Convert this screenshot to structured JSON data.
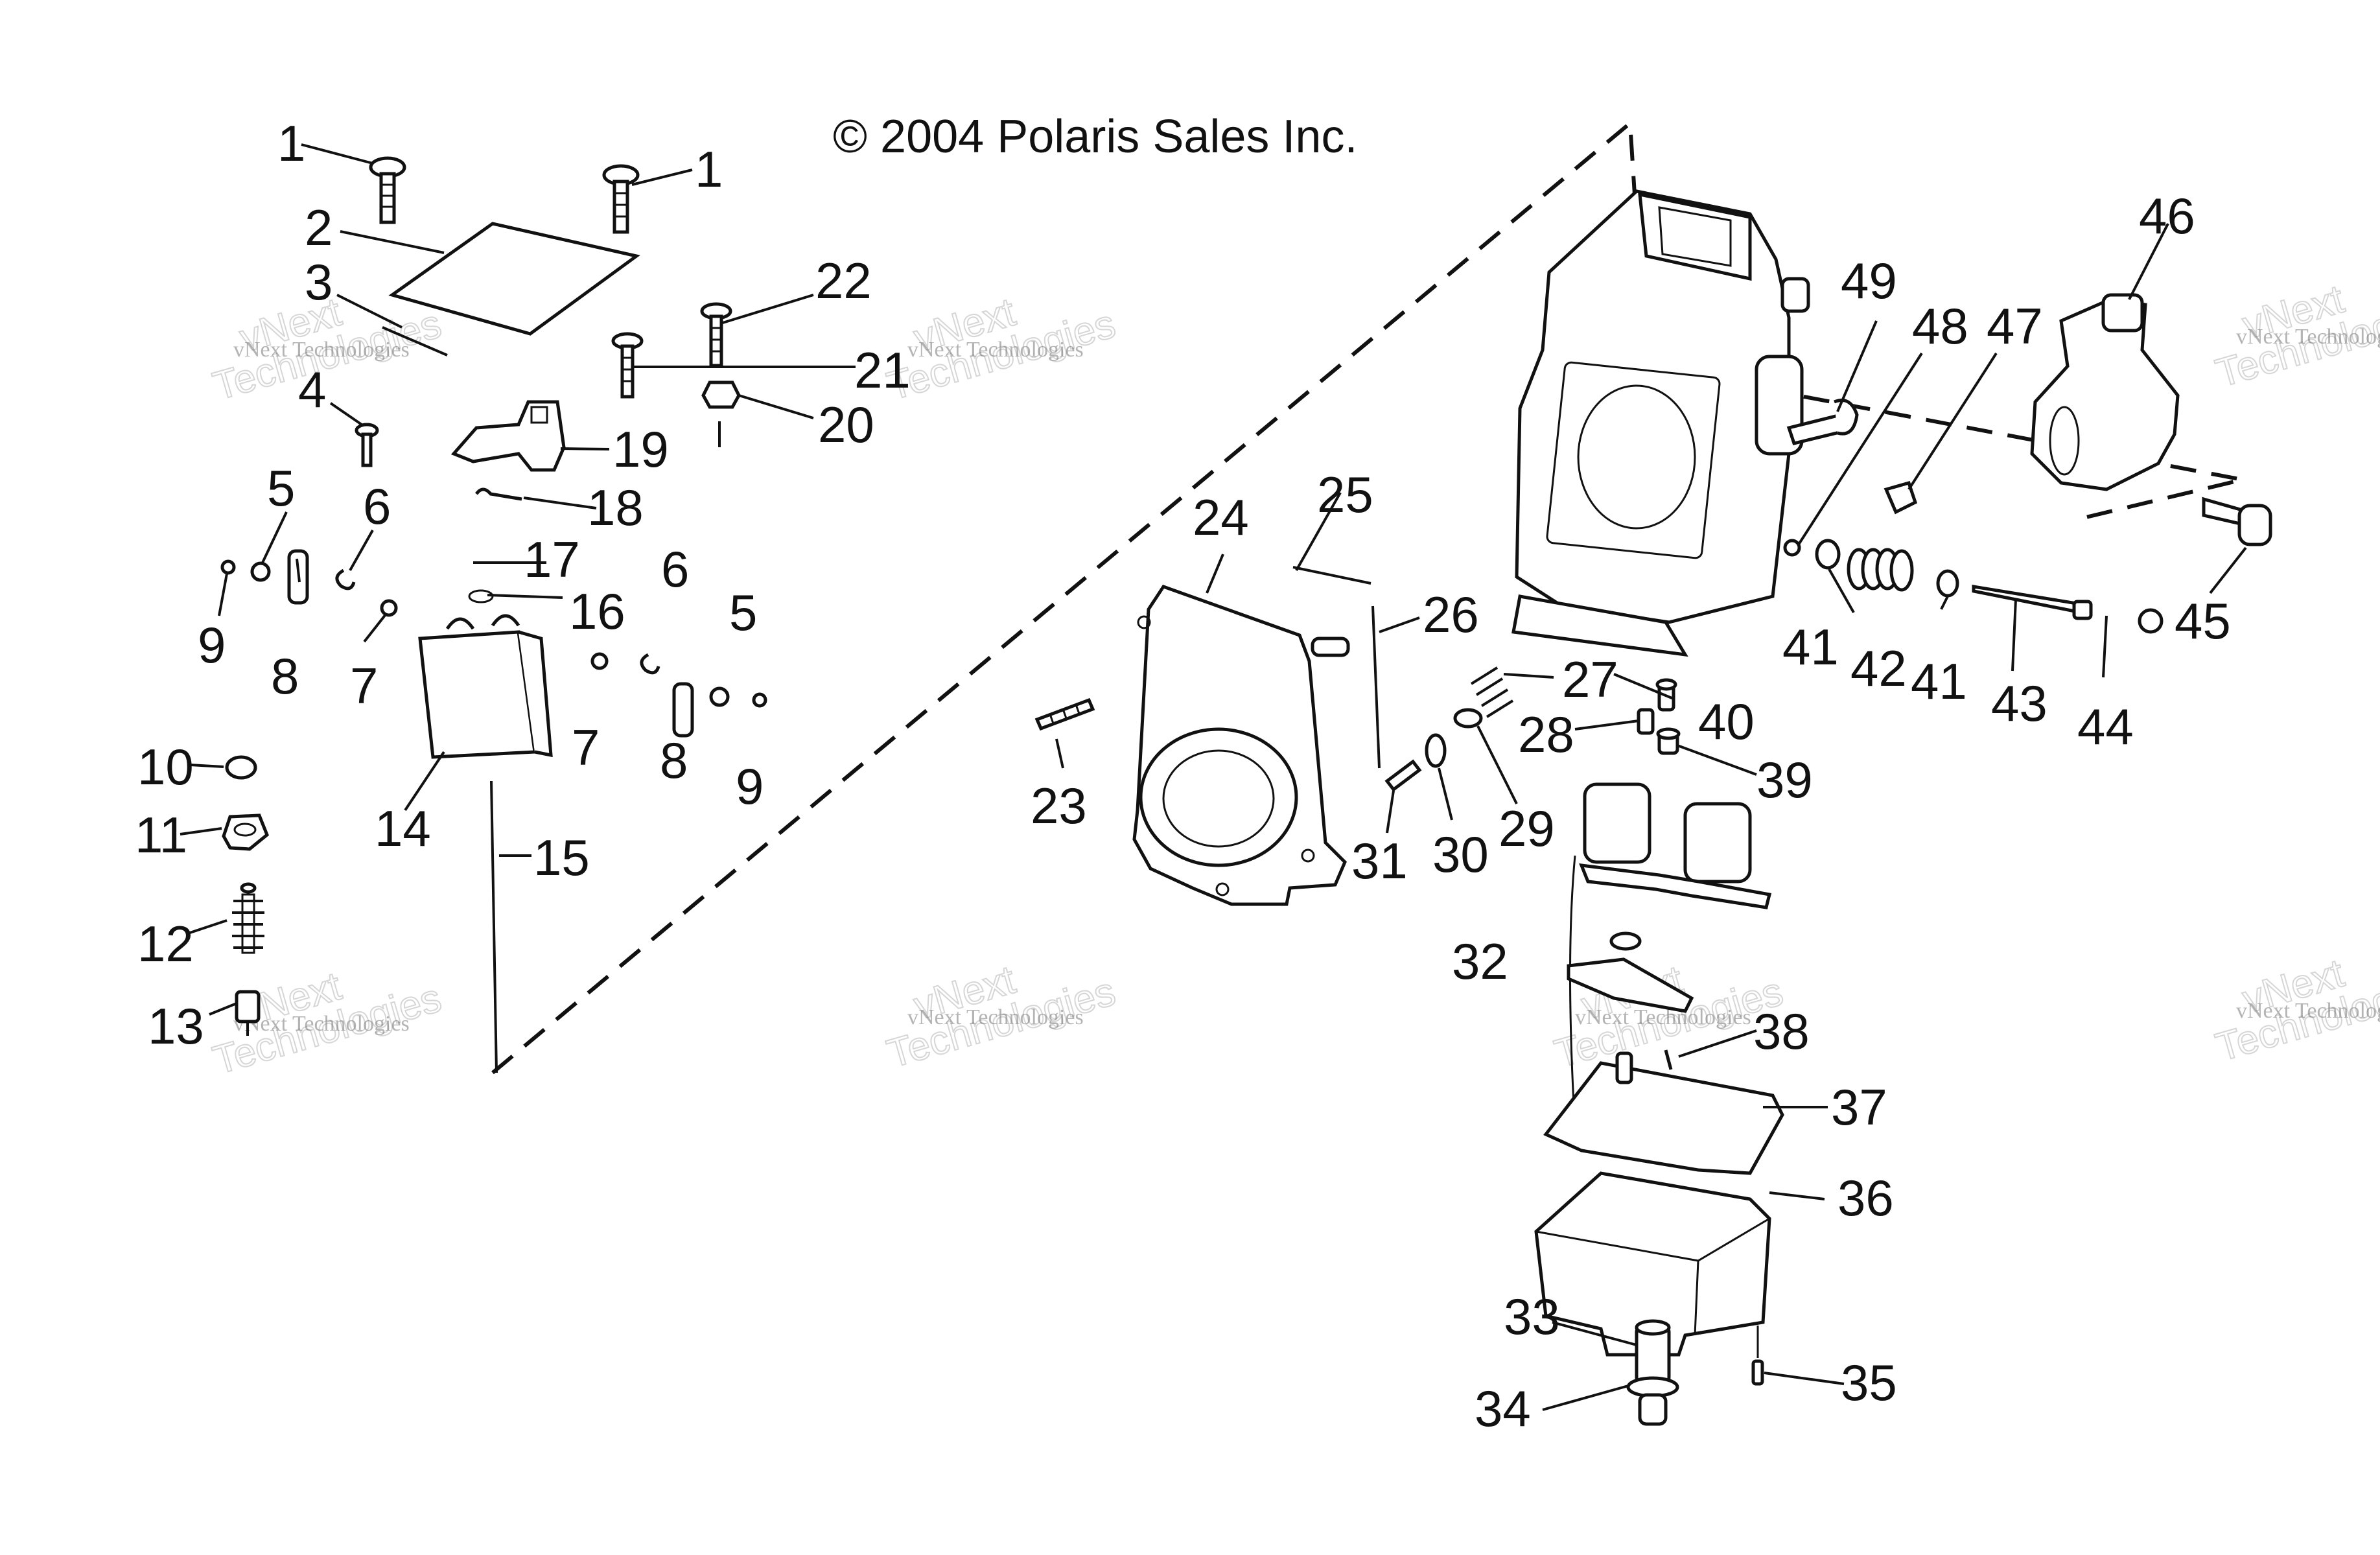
{
  "copyright": "© 2004 Polaris Sales Inc.",
  "watermark": {
    "line1": "vNext",
    "line2": "Technologies",
    "small": "vNext Technologies"
  },
  "callouts": {
    "c1a": "1",
    "c1b": "1",
    "c2": "2",
    "c3": "3",
    "c4": "4",
    "c5a": "5",
    "c5b": "5",
    "c6a": "6",
    "c6b": "6",
    "c7a": "7",
    "c7b": "7",
    "c8a": "8",
    "c8b": "8",
    "c9a": "9",
    "c9b": "9",
    "c10": "10",
    "c11": "11",
    "c12": "12",
    "c13": "13",
    "c14": "14",
    "c15": "15",
    "c16": "16",
    "c17": "17",
    "c18": "18",
    "c19": "19",
    "c20": "20",
    "c21": "21",
    "c22": "22",
    "c23": "23",
    "c24": "24",
    "c25": "25",
    "c26": "26",
    "c27": "27",
    "c28": "28",
    "c29": "29",
    "c30": "30",
    "c31": "31",
    "c32": "32",
    "c33": "33",
    "c34": "34",
    "c35": "35",
    "c36": "36",
    "c37": "37",
    "c38": "38",
    "c39": "39",
    "c40": "40",
    "c41a": "41",
    "c41b": "41",
    "c42": "42",
    "c43": "43",
    "c44": "44",
    "c45": "45",
    "c46": "46",
    "c47": "47",
    "c48": "48",
    "c49": "49"
  }
}
